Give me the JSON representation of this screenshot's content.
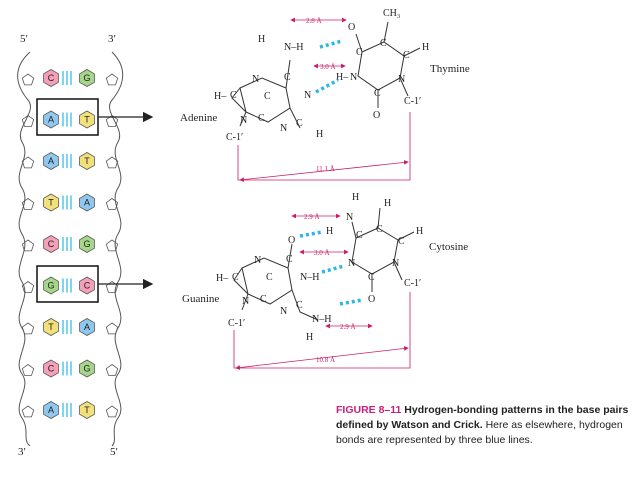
{
  "strand_ends": {
    "top_left": "5′",
    "top_right": "3′",
    "bottom_left": "3′",
    "bottom_right": "5′"
  },
  "helix_pairs": [
    {
      "left": "C",
      "right": "G",
      "left_color": "#f4a0b8",
      "right_color": "#a6d68a"
    },
    {
      "left": "A",
      "right": "T",
      "left_color": "#8fc7ee",
      "right_color": "#f2e07a"
    },
    {
      "left": "A",
      "right": "T",
      "left_color": "#8fc7ee",
      "right_color": "#f2e07a"
    },
    {
      "left": "T",
      "right": "A",
      "left_color": "#f2e07a",
      "right_color": "#8fc7ee"
    },
    {
      "left": "C",
      "right": "G",
      "left_color": "#f4a0b8",
      "right_color": "#a6d68a"
    },
    {
      "left": "G",
      "right": "C",
      "left_color": "#a6d68a",
      "right_color": "#f4a0b8"
    },
    {
      "left": "T",
      "right": "A",
      "left_color": "#f2e07a",
      "right_color": "#8fc7ee"
    },
    {
      "left": "C",
      "right": "G",
      "left_color": "#f4a0b8",
      "right_color": "#a6d68a"
    },
    {
      "left": "A",
      "right": "T",
      "left_color": "#8fc7ee",
      "right_color": "#f2e07a"
    }
  ],
  "at_pair": {
    "adenine_label": "Adenine",
    "thymine_label": "Thymine",
    "dist_top": "2.8 Å",
    "dist_mid": "3.0 Å",
    "dist_total": "11.1 Å",
    "atoms": {
      "ch3": "CH₃",
      "h": "H",
      "n": "N",
      "c": "C",
      "o": "O",
      "c1": "C-1′",
      "nh": "N–H",
      "h_dash": "H–",
      "c1_right": "C-1′"
    }
  },
  "gc_pair": {
    "guanine_label": "Guanine",
    "cytosine_label": "Cytosine",
    "dist_top": "2.9 Å",
    "dist_mid": "3.0 Å",
    "dist_low": "2.9 Å",
    "dist_total": "10.8 Å",
    "atoms": {
      "h": "H",
      "n": "N",
      "c": "C",
      "o": "O",
      "c1": "C-1′",
      "nh": "N–H",
      "h_dash": "H–"
    }
  },
  "caption": {
    "figure": "FIGURE 8–11",
    "bold_text": "Hydrogen-bonding patterns in the base pairs defined by Watson and Crick.",
    "rest": "Here as elsewhere, hydrogen bonds are represented by three blue lines."
  },
  "colors": {
    "hbond": "#29b8e6",
    "dimension": "#cc1f6a",
    "bond": "#333333",
    "caption_accent": "#c8207a"
  }
}
